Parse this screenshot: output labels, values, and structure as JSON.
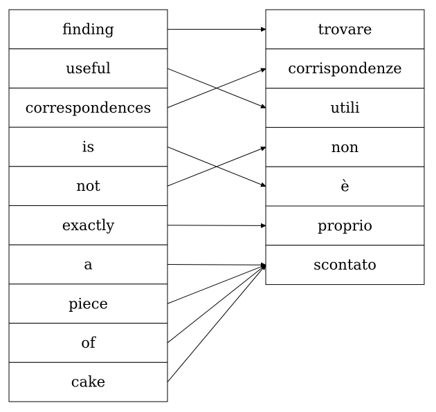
{
  "source_words": [
    "finding",
    "useful",
    "correspondences",
    "is",
    "not",
    "exactly",
    "a",
    "piece",
    "of",
    "cake"
  ],
  "target_words": [
    "trovare",
    "corrispondenze",
    "utili",
    "non",
    "è",
    "proprio",
    "scontato"
  ],
  "alignments": [
    {
      "from": 0,
      "to": 0
    },
    {
      "from": 1,
      "to": 2
    },
    {
      "from": 2,
      "to": 1
    },
    {
      "from": 3,
      "to": 4
    },
    {
      "from": 4,
      "to": 3
    },
    {
      "from": 5,
      "to": 5
    },
    {
      "from": 6,
      "to": 6
    },
    {
      "from": 7,
      "to": 6
    },
    {
      "from": 8,
      "to": 6
    },
    {
      "from": 9,
      "to": 6
    }
  ],
  "colors": {
    "line": "#000000",
    "box_border": "#000000",
    "background": "#ffffff"
  }
}
